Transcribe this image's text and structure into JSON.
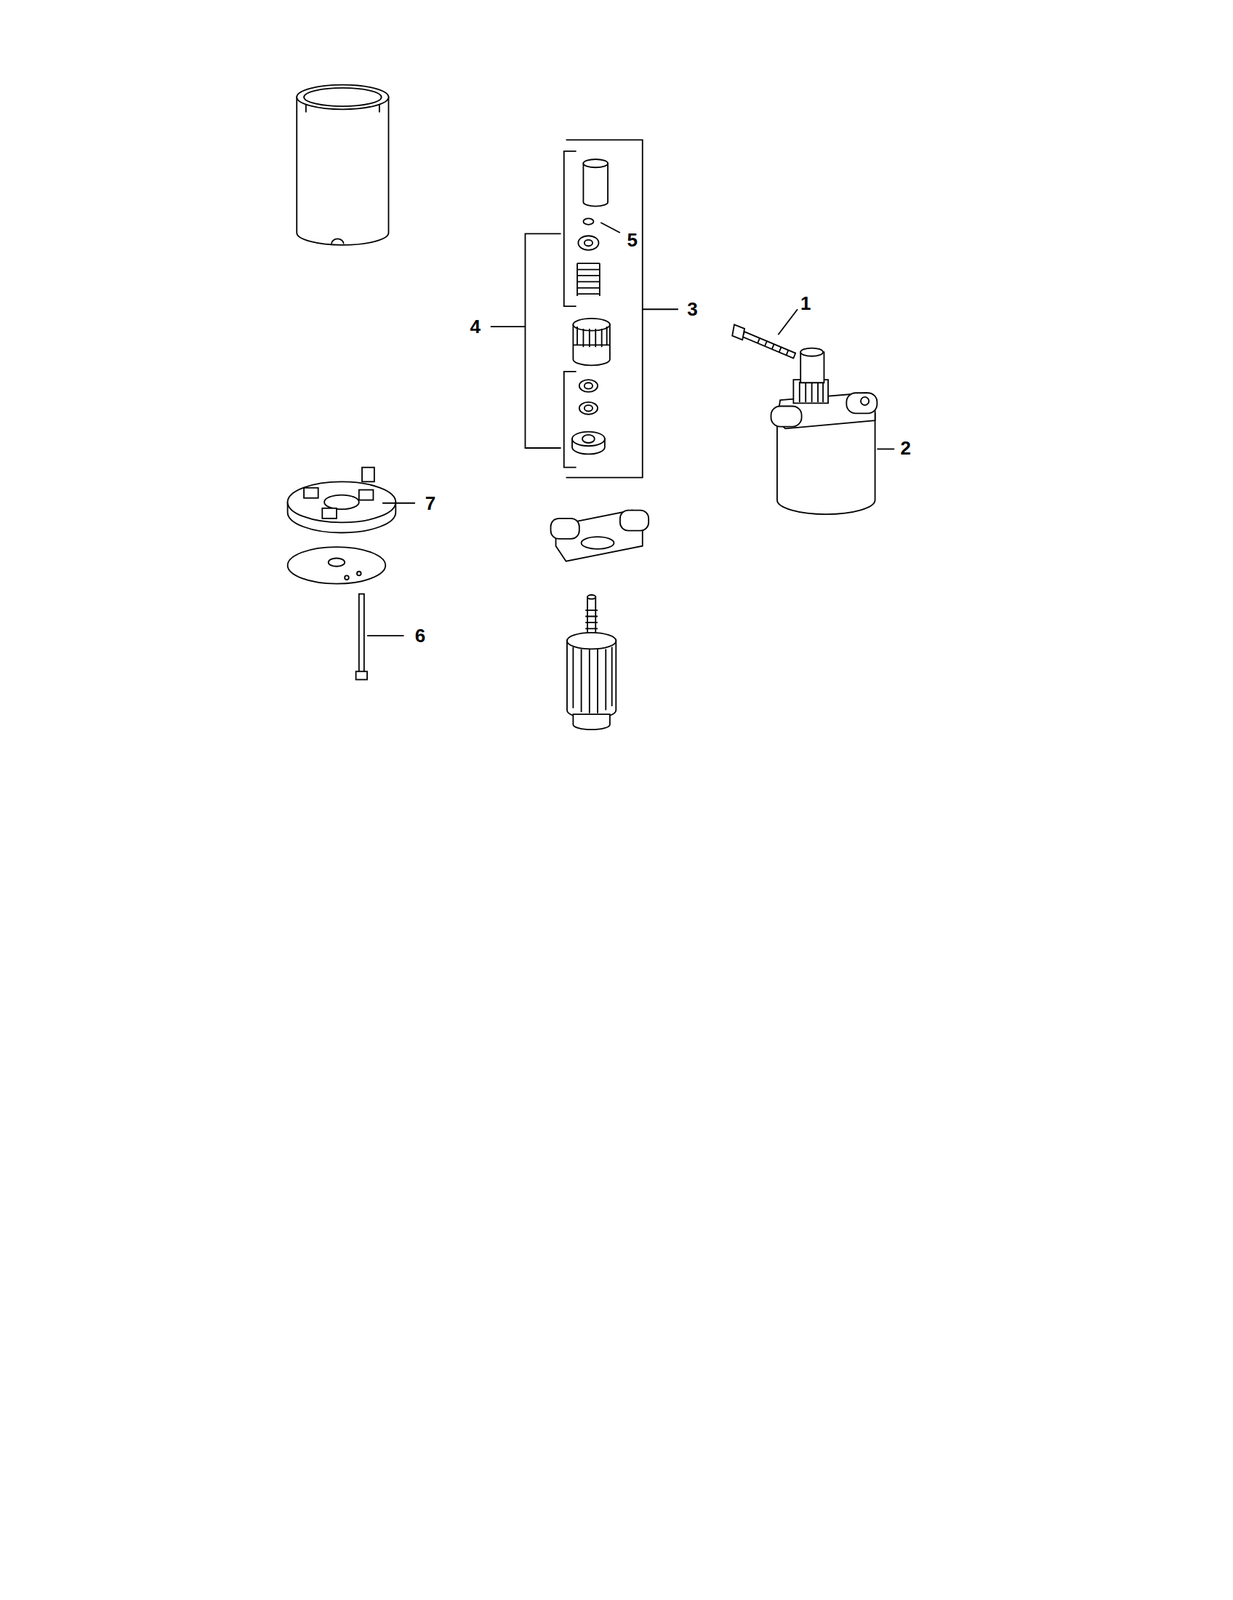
{
  "diagram": {
    "labels": [
      "5",
      "1",
      "3",
      "4",
      "2",
      "7",
      "6"
    ]
  }
}
